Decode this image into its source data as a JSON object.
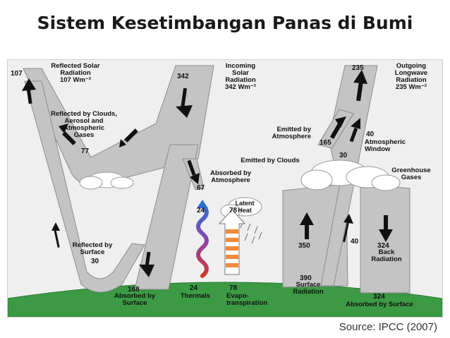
{
  "title": "Sistem Kesetimbangan Panas di Bumi",
  "source": "Source: IPCC (2007)",
  "labels": {
    "reflected_solar": "Reflected Solar\nRadiation\n107 Wm⁻²",
    "incoming_solar": "Incoming\nSolar\nRadiation\n342 Wm⁻²",
    "outgoing_longwave": "Outgoing\nLongwave\nRadiation\n235 Wm⁻²",
    "reflected_clouds": "Reflected by Clouds,\nAerosol and\nAtmospheric\nGases",
    "emitted_atmosphere": "Emitted by\nAtmosphere",
    "atmospheric_window": "Atmospheric\nWindow",
    "emitted_clouds": "Emitted by Clouds",
    "greenhouse_gases": "Greenhouse\nGases",
    "absorbed_atmosphere": "Absorbed by\nAtmosphere",
    "latent_heat": "Latent\nHeat",
    "reflected_surface": "Reflected by\nSurface",
    "back_radiation": "Back\nRadiation",
    "surface_radiation": "Surface\nRadiation",
    "absorbed_surface_left": "Absorbed by\nSurface",
    "thermals": "Thermals",
    "evapotranspiration": "Evapo-\ntranspiration",
    "absorbed_surface_right": "Absorbed by Surface"
  },
  "values": {
    "reflected_solar": "107",
    "incoming_solar": "342",
    "outgoing_longwave": "235",
    "reflected_clouds": "77",
    "emitted_atmosphere": "165",
    "atmospheric_window": "40",
    "window_low": "40",
    "emitted_clouds": "30",
    "absorbed_atmosphere": "67",
    "thermals_top": "24",
    "latent_heat": "78",
    "reflected_surface": "30",
    "surface_radiation_arrow": "350",
    "back_radiation": "324",
    "absorbed_surface_left": "168",
    "thermals": "24",
    "evapotranspiration": "78",
    "surface_radiation": "390",
    "absorbed_surface_right": "324"
  },
  "colors": {
    "band": "#c4c4c4",
    "band_stroke": "#8c8c8c",
    "ground": "#3c9a45",
    "panel": "#efefef"
  }
}
